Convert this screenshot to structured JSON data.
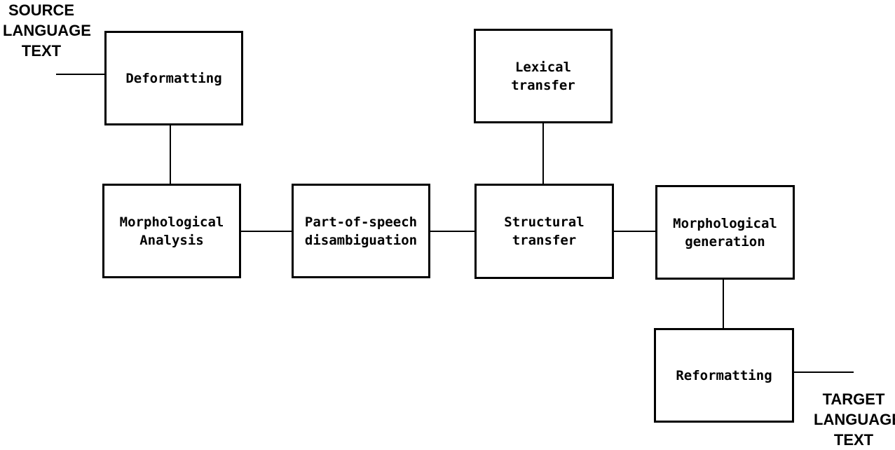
{
  "diagram": {
    "input_label": "SOURCE\nLANGUAGE\nTEXT",
    "output_label": "TARGET\nLANGUAGE\nTEXT",
    "nodes": {
      "deformatting": "Deformatting",
      "morphological_analysis": "Morphological\nAnalysis",
      "pos_disambiguation": "Part-of-speech\ndisambiguation",
      "lexical_transfer": "Lexical\ntransfer",
      "structural_transfer": "Structural\ntransfer",
      "morphological_generation": "Morphological\ngeneration",
      "reformatting": "Reformatting"
    }
  }
}
